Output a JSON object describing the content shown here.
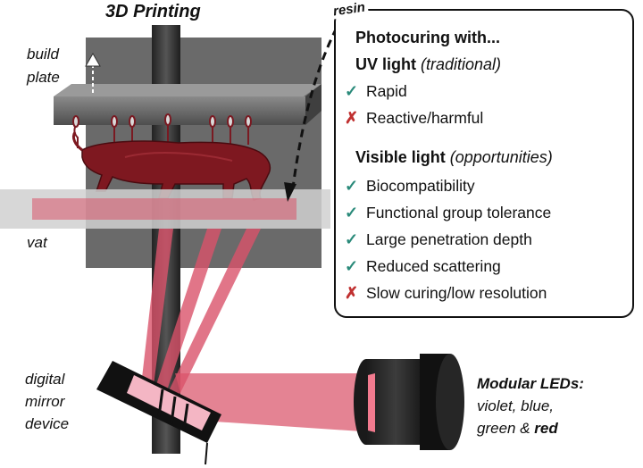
{
  "title": "3D Printing",
  "labels": {
    "build_plate_line1": "build",
    "build_plate_line2": "plate",
    "vat": "vat",
    "resin": "resin",
    "dmd_line1": "digital",
    "dmd_line2": "mirror",
    "dmd_line3": "device"
  },
  "led": {
    "heading": "Modular LEDs:",
    "line2": "violet, blue,",
    "line3_prefix": "green & ",
    "line3_bold": "red"
  },
  "panel": {
    "title": "Photocuring with...",
    "uv": {
      "heading_bold": "UV light",
      "heading_italic": "(traditional)",
      "items": [
        {
          "mark": "check",
          "text": "Rapid"
        },
        {
          "mark": "cross",
          "text": "Reactive/harmful"
        }
      ]
    },
    "visible": {
      "heading_bold": "Visible light",
      "heading_italic": "(opportunities)",
      "items": [
        {
          "mark": "check",
          "text": "Biocompatibility"
        },
        {
          "mark": "check",
          "text": "Functional group tolerance"
        },
        {
          "mark": "check",
          "text": "Large penetration depth"
        },
        {
          "mark": "check",
          "text": "Reduced scattering"
        },
        {
          "mark": "cross",
          "text": "Slow curing/low resolution"
        }
      ]
    }
  },
  "colors": {
    "beam": "#d9536a",
    "resin": "#8b1a22",
    "check": "#2a8a7a",
    "cross": "#c03030"
  },
  "icons": {
    "check": "check-icon",
    "cross": "cross-icon"
  }
}
